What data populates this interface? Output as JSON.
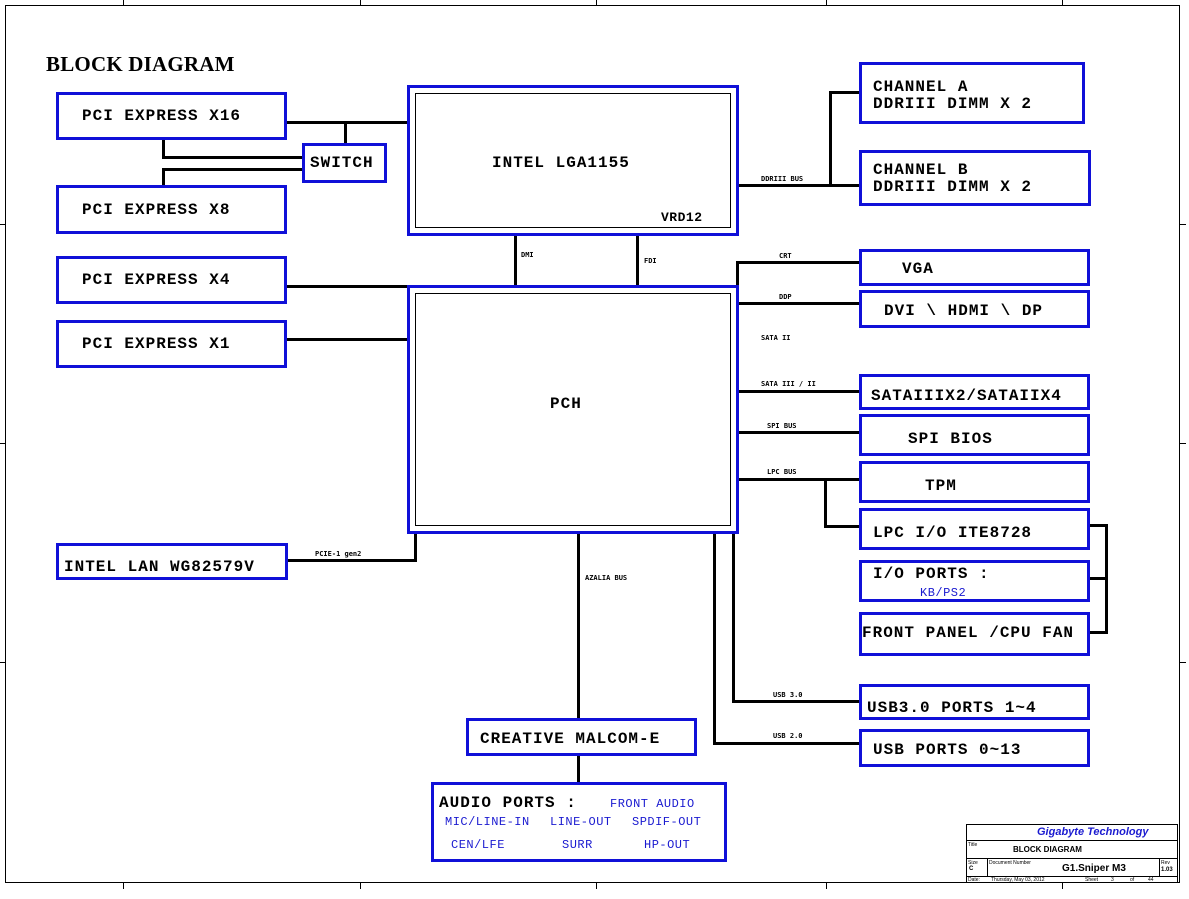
{
  "title": "BLOCK DIAGRAM",
  "blocks": {
    "cpu": "INTEL LGA1155",
    "vrd": "VRD12",
    "pch": "PCH",
    "pcie16": "PCI EXPRESS X16",
    "pcie8": "PCI EXPRESS X8",
    "pcie4": "PCI EXPRESS X4",
    "pcie1": "PCI EXPRESS X1",
    "switch": "SWITCH",
    "lan": "INTEL LAN  WG82579V",
    "chanA_1": "CHANNEL A",
    "chanA_2": "DDRIII  DIMM X 2",
    "chanB_1": "CHANNEL B",
    "chanB_2": "DDRIII DIMM X 2",
    "vga": "VGA",
    "dvi": "DVI \\ HDMI \\ DP",
    "sata": "SATAIIIX2/SATAIIX4",
    "spi": "SPI BIOS",
    "tpm": "TPM",
    "lpc": "LPC I/O ITE8728",
    "io_1": "I/O PORTS :",
    "io_2": "KB/PS2",
    "front": "FRONT PANEL /CPU FAN",
    "usb3": "USB3.0 PORTS 1~4",
    "usb2": "USB PORTS 0~13",
    "creative": "CREATIVE MALCOM-E",
    "audio_title": "AUDIO PORTS :",
    "audio_front": "FRONT AUDIO",
    "audio_mic": "MIC/LINE-IN",
    "audio_lineout": "LINE-OUT",
    "audio_spdif": "SPDIF-OUT",
    "audio_cen": "CEN/LFE",
    "audio_surr": "SURR",
    "audio_hp": "HP-OUT"
  },
  "buses": {
    "ddr": "DDRIII BUS",
    "dmi": "DMI",
    "fdi": "FDI",
    "crt": "CRT",
    "ddp": "DDP",
    "sata2": "SATA II",
    "sata32": "SATA III / II",
    "spi": "SPI BUS",
    "lpc": "LPC BUS",
    "pcie1gen2": "PCIE-1 gen2",
    "azalia": "AZALIA BUS",
    "usb30": "USB 3.0",
    "usb20": "USB 2.0"
  },
  "title_block": {
    "company": "Gigabyte Technology",
    "title_cap": "Title",
    "title": "BLOCK DIAGRAM",
    "size_cap": "Size",
    "size": "C",
    "docnum_cap": "Document Number",
    "docnum": "G1.Sniper M3",
    "rev_cap": "Rev",
    "rev": "1.03",
    "date_cap": "Date:",
    "date": "Thursday, May 03, 2012",
    "sheet_cap": "Sheet",
    "sheet": "3",
    "of_cap": "of",
    "of": "44"
  },
  "colors": {
    "box_border": "#1010d8",
    "sub_text": "#1a1ad0"
  }
}
